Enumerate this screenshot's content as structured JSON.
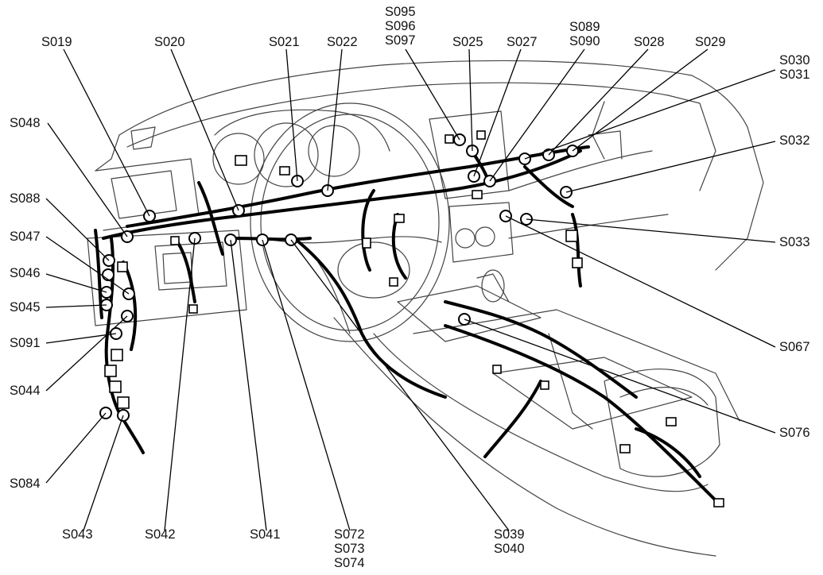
{
  "diagram": {
    "labels": {
      "s019": [
        "S019"
      ],
      "s020": [
        "S020"
      ],
      "s021": [
        "S021"
      ],
      "s022": [
        "S022"
      ],
      "s095": [
        "S095",
        "S096",
        "S097"
      ],
      "s025": [
        "S025"
      ],
      "s027": [
        "S027"
      ],
      "s089": [
        "S089",
        "S090"
      ],
      "s028": [
        "S028"
      ],
      "s029": [
        "S029"
      ],
      "s030": [
        "S030",
        "S031"
      ],
      "s032": [
        "S032"
      ],
      "s033": [
        "S033"
      ],
      "s067": [
        "S067"
      ],
      "s076": [
        "S076"
      ],
      "s048": [
        "S048"
      ],
      "s088": [
        "S088"
      ],
      "s047": [
        "S047"
      ],
      "s046": [
        "S046"
      ],
      "s045": [
        "S045"
      ],
      "s091": [
        "S091"
      ],
      "s044": [
        "S044"
      ],
      "s084": [
        "S084"
      ],
      "s043": [
        "S043"
      ],
      "s042": [
        "S042"
      ],
      "s041": [
        "S041"
      ],
      "s072": [
        "S072",
        "S073",
        "S074"
      ],
      "s039": [
        "S039",
        "S040"
      ]
    }
  }
}
